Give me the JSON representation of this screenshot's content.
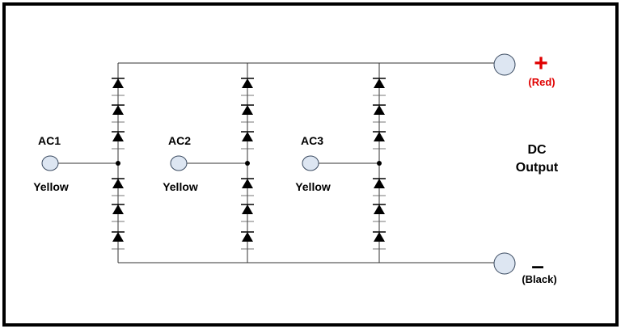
{
  "inputs": [
    {
      "id": "ac1",
      "label": "AC1",
      "color_label": "Yellow"
    },
    {
      "id": "ac2",
      "label": "AC2",
      "color_label": "Yellow"
    },
    {
      "id": "ac3",
      "label": "AC3",
      "color_label": "Yellow"
    }
  ],
  "output": {
    "title_line1": "DC",
    "title_line2": "Output",
    "positive": {
      "symbol": "+",
      "color_label": "(Red)"
    },
    "negative": {
      "symbol": "–",
      "color_label": "(Black)"
    }
  },
  "colors": {
    "wire": "#333333",
    "terminal_fill": "#dde6f2",
    "terminal_stroke": "#3a4a60",
    "positive": "#e00000",
    "border": "#000000"
  },
  "diodes_per_leg": 6
}
